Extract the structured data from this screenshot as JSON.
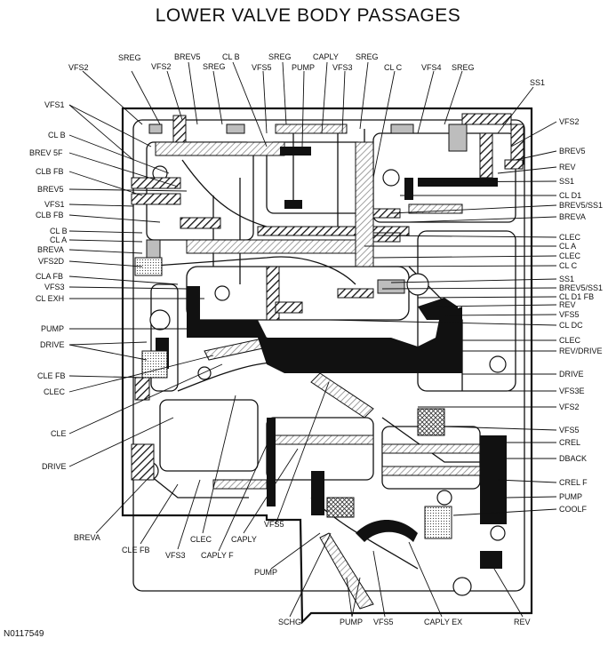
{
  "title": "LOWER VALVE BODY PASSAGES",
  "figure_code": "N0117549",
  "labels_top": [
    "SREG",
    "VFS2",
    "BREV5",
    "SREG",
    "CL B",
    "VFS5",
    "SREG",
    "PUMP",
    "CAPLY",
    "VFS3",
    "SREG",
    "CL C",
    "VFS4",
    "SREG",
    "SS1"
  ],
  "labels_left": [
    "VFS2",
    "VFS1",
    "CL B",
    "BREV 5F",
    "CLB FB",
    "BREV5",
    "VFS1",
    "CLB FB",
    "CL B",
    "CL A",
    "BREVA",
    "VFS2D",
    "CLA FB",
    "VFS3",
    "CL EXH",
    "PUMP",
    "DRIVE",
    "CLE FB",
    "CLEC",
    "CLE",
    "DRIVE",
    "BREVA"
  ],
  "labels_right": [
    "VFS2",
    "BREV5",
    "REV",
    "SS1",
    "CL D1",
    "BREV5/SS1",
    "BREVA",
    "CLEC",
    "CL A",
    "CLEC",
    "CL C",
    "SS1",
    "BREV5/SS1",
    "CL D1 FB",
    "REV",
    "VFS5",
    "CL DC",
    "CLEC",
    "REV/DRIVE",
    "DRIVE",
    "VFS3E",
    "VFS2",
    "VFS5",
    "CREL",
    "DBACK",
    "CREL F",
    "PUMP",
    "COOLF"
  ],
  "labels_bottom": [
    "CLE FB",
    "VFS3",
    "CLEC",
    "CAPLY F",
    "CAPLY",
    "VFS5",
    "PUMP",
    "SCHG",
    "PUMP",
    "VFS5",
    "CAPLY EX",
    "REV"
  ]
}
